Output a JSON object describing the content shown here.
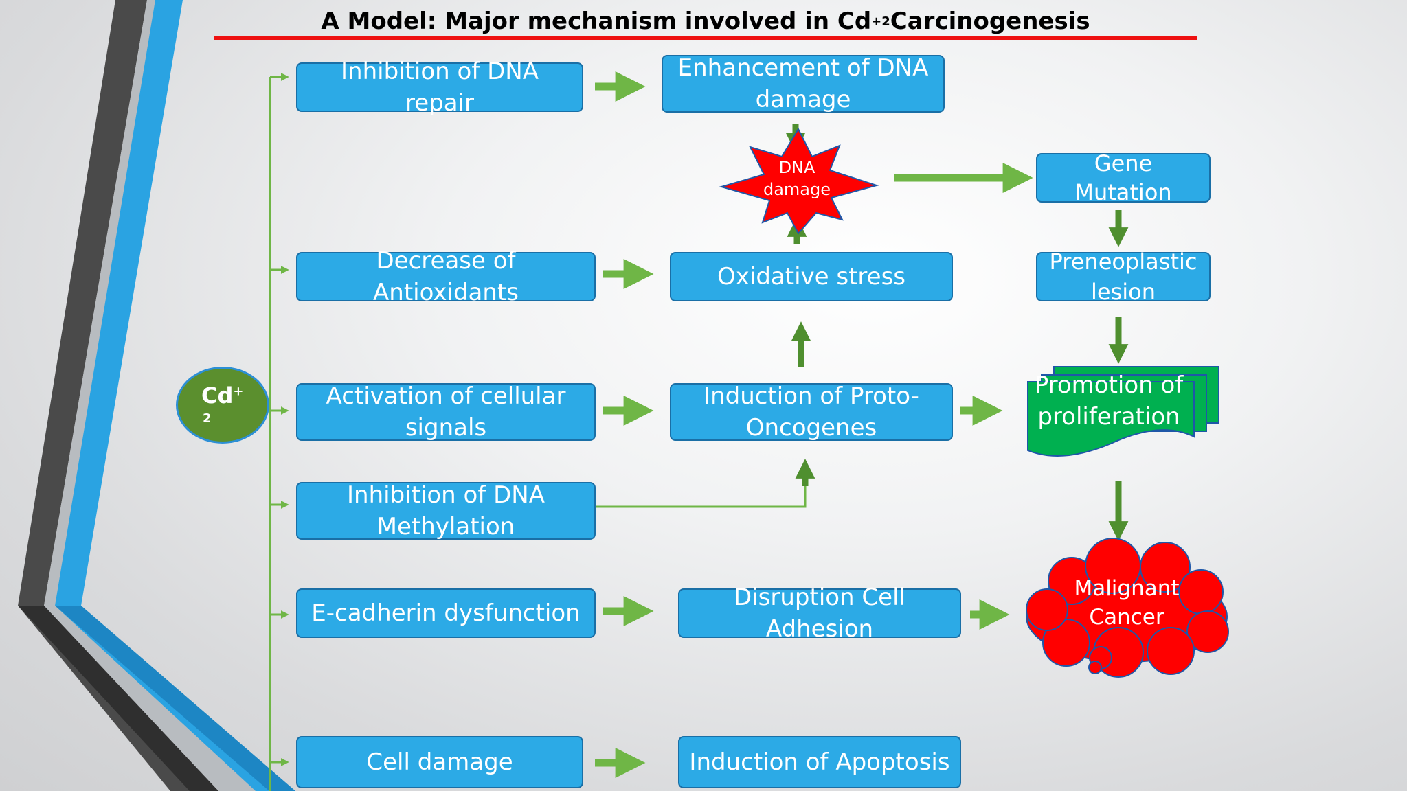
{
  "title": {
    "main": "A Model: Major mechanism involved in Cd",
    "superscript": "+2",
    "suffix": " Carcinogenesis"
  },
  "source_node": {
    "main": "Cd",
    "superscript": "+",
    "subscript": "2"
  },
  "boxes": {
    "inhibition_dna_repair": "Inhibition of DNA repair",
    "enhancement_dna_damage": "Enhancement of DNA damage",
    "gene_mutation": "Gene Mutation",
    "decrease_antioxidants": "Decrease of Antioxidants",
    "oxidative_stress": "Oxidative stress",
    "preneoplastic_lesion": "Preneoplastic lesion",
    "activation_cellular_signals": "Activation of cellular signals",
    "induction_proto_oncogenes": "Induction of Proto-Oncogenes",
    "inhibition_dna_methylation": "Inhibition of DNA Methylation",
    "ecadherin_dysfunction": "E-cadherin dysfunction",
    "disruption_cell_adhesion": "Disruption Cell Adhesion",
    "cell_damage": "Cell damage",
    "induction_apoptosis": "Induction of Apoptosis"
  },
  "shapes": {
    "dna_damage_star": "DNA damage",
    "promotion_proliferation": "Promotion of proliferation",
    "malignant_cancer": "Malignant Cancer"
  },
  "colors": {
    "box_fill": "#2caae6",
    "arrow": "#6fb646",
    "arrow_dark": "#4f8f2f",
    "star": "#ff0000",
    "cloud": "#ff0000",
    "promotion": "#00b050",
    "source_node": "#5b8f2e",
    "title_rule": "#ee1111"
  }
}
